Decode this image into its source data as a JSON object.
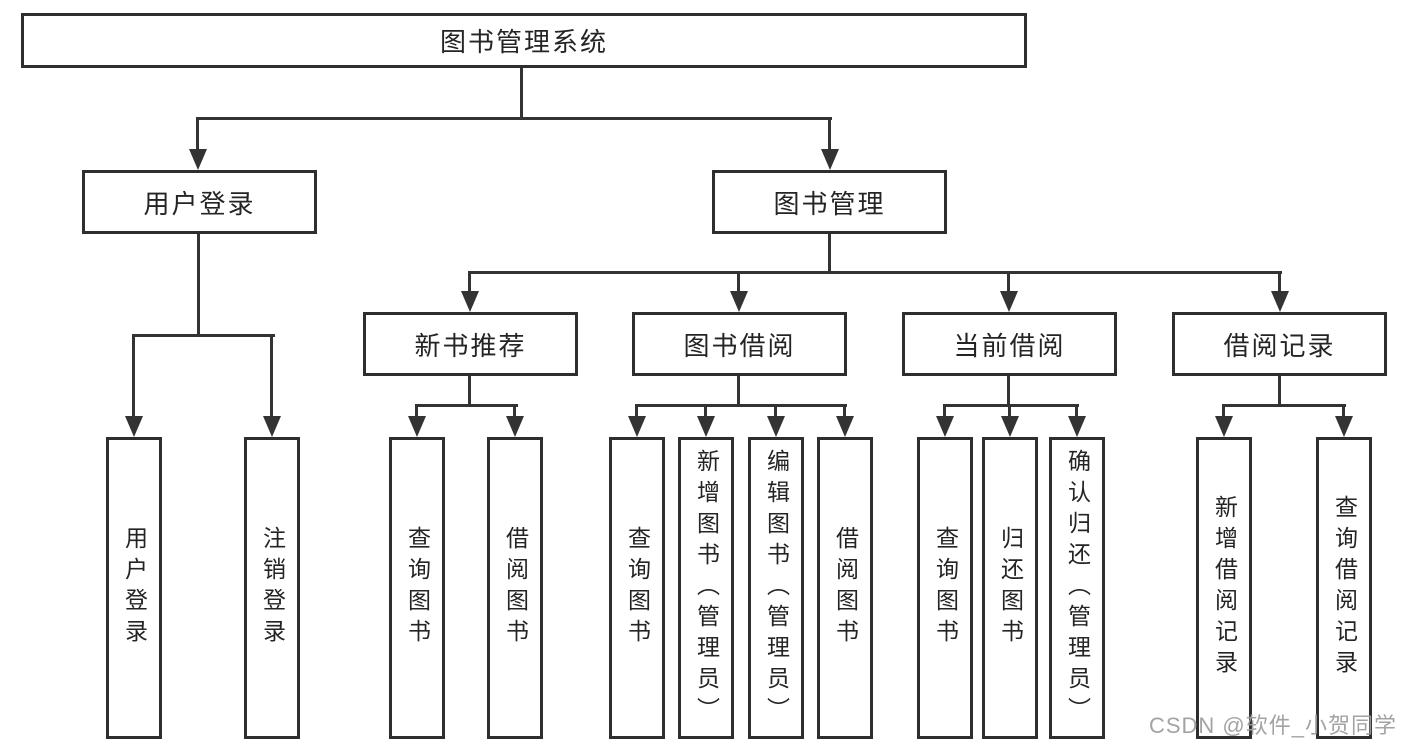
{
  "diagram": {
    "type": "tree",
    "title": "图书管理系统",
    "watermark": "CSDN @软件_小贺同学",
    "colors": {
      "line": "#333333",
      "box_border": "#2e2e2e",
      "text": "#242424",
      "watermark": "#9b9b9b",
      "background": "#ffffff"
    }
  },
  "nodes": {
    "root": {
      "label": "图书管理系统"
    },
    "user_login": {
      "label": "用户登录"
    },
    "book_mgmt": {
      "label": "图书管理"
    },
    "new_book_rec": {
      "label": "新书推荐"
    },
    "book_borrow": {
      "label": "图书借阅"
    },
    "current_borrow": {
      "label": "当前借阅"
    },
    "borrow_records": {
      "label": "借阅记录"
    },
    "leaf_user_login": {
      "label": "用户登录"
    },
    "leaf_logout": {
      "label": "注销登录"
    },
    "leaf_rec_query": {
      "label": "查询图书"
    },
    "leaf_rec_borrow": {
      "label": "借阅图书"
    },
    "leaf_bb_query": {
      "label": "查询图书"
    },
    "leaf_bb_add": {
      "label": "新增图书（管理员）"
    },
    "leaf_bb_edit": {
      "label": "编辑图书（管理员）"
    },
    "leaf_bb_borrow": {
      "label": "借阅图书"
    },
    "leaf_cb_query": {
      "label": "查询图书"
    },
    "leaf_cb_return": {
      "label": "归还图书"
    },
    "leaf_cb_confirm": {
      "label": "确认归还（管理员）"
    },
    "leaf_br_add": {
      "label": "新增借阅记录"
    },
    "leaf_br_query": {
      "label": "查询借阅记录"
    }
  },
  "edges": [
    [
      "root",
      "user_login"
    ],
    [
      "root",
      "book_mgmt"
    ],
    [
      "user_login",
      "leaf_user_login"
    ],
    [
      "user_login",
      "leaf_logout"
    ],
    [
      "book_mgmt",
      "new_book_rec"
    ],
    [
      "book_mgmt",
      "book_borrow"
    ],
    [
      "book_mgmt",
      "current_borrow"
    ],
    [
      "book_mgmt",
      "borrow_records"
    ],
    [
      "new_book_rec",
      "leaf_rec_query"
    ],
    [
      "new_book_rec",
      "leaf_rec_borrow"
    ],
    [
      "book_borrow",
      "leaf_bb_query"
    ],
    [
      "book_borrow",
      "leaf_bb_add"
    ],
    [
      "book_borrow",
      "leaf_bb_edit"
    ],
    [
      "book_borrow",
      "leaf_bb_borrow"
    ],
    [
      "current_borrow",
      "leaf_cb_query"
    ],
    [
      "current_borrow",
      "leaf_cb_return"
    ],
    [
      "current_borrow",
      "leaf_cb_confirm"
    ],
    [
      "borrow_records",
      "leaf_br_add"
    ],
    [
      "borrow_records",
      "leaf_br_query"
    ]
  ]
}
